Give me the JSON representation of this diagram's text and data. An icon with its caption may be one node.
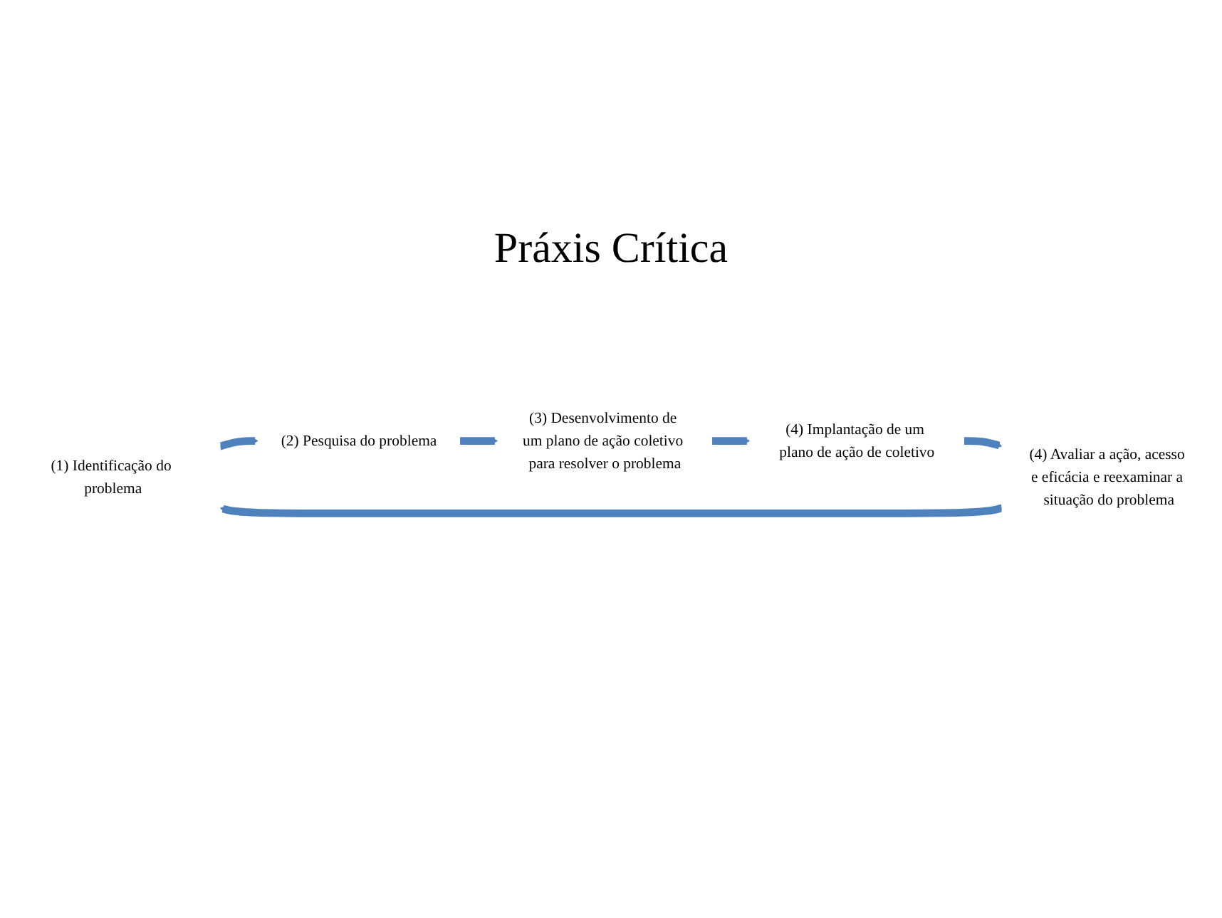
{
  "diagram": {
    "nodes": [
      {
        "text": [
          "(1) Identificação do problema"
        ]
      },
      {
        "text": [
          "(2) Pesquisa do problema"
        ]
      },
      {
        "text": [
          "(3) Desenvolvimento de um plano de ação coletivo para resolver o problema"
        ]
      },
      {
        "text": [
          "(4) Implantação de um plano de ação de coletivo"
        ]
      },
      {
        "text": [
          "(4) Avaliar a ação, acesso e eficácia e reexaminar a situação do problema"
        ]
      }
    ],
    "edges": [
      {
        "from": 0,
        "to": 1,
        "arrow": "to"
      },
      {
        "from": 1,
        "to": 2,
        "arrow": "to"
      },
      {
        "from": 2,
        "to": 3,
        "arrow": "to"
      },
      {
        "from": 3,
        "to": 4,
        "arrow": "to"
      },
      {
        "from": 4,
        "to": 0,
        "arrow": "to"
      }
    ],
    "labels": [
      "Práxis Crítica"
    ]
  }
}
